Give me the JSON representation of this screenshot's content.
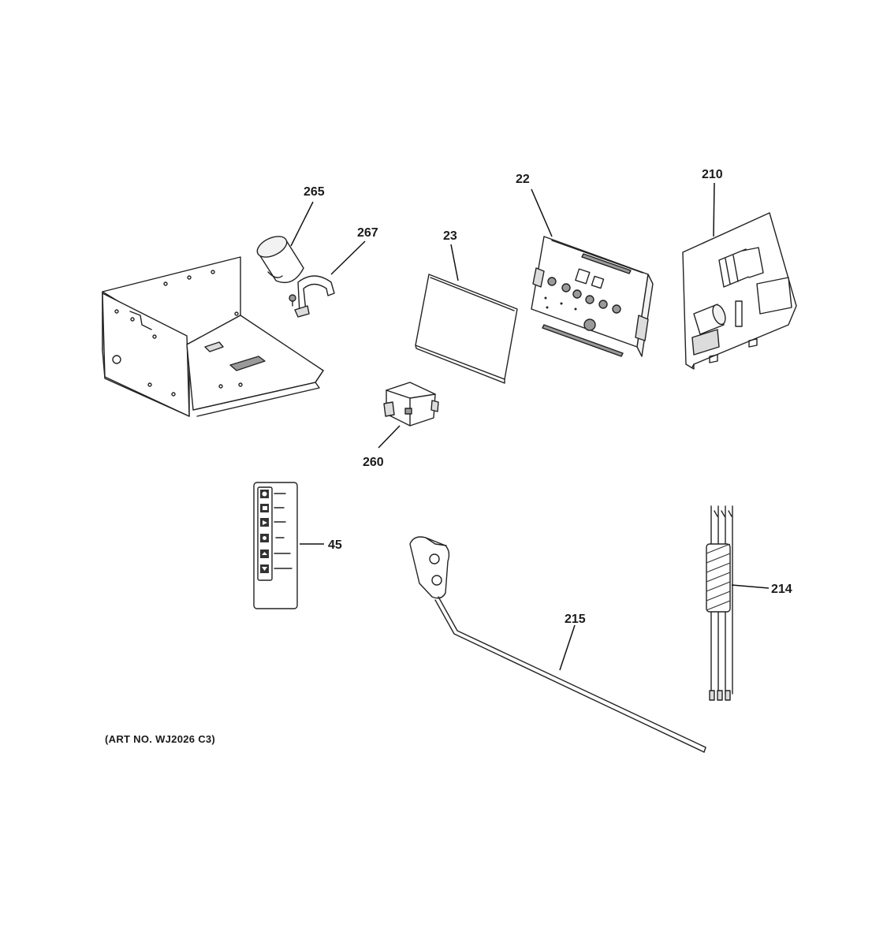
{
  "diagram": {
    "callouts": {
      "c265": "265",
      "c267": "267",
      "c23": "23",
      "c22": "22",
      "c210": "210",
      "c260": "260",
      "c45": "45",
      "c215": "215",
      "c214": "214"
    },
    "art_number": "(ART NO. WJ2026 C3)"
  }
}
